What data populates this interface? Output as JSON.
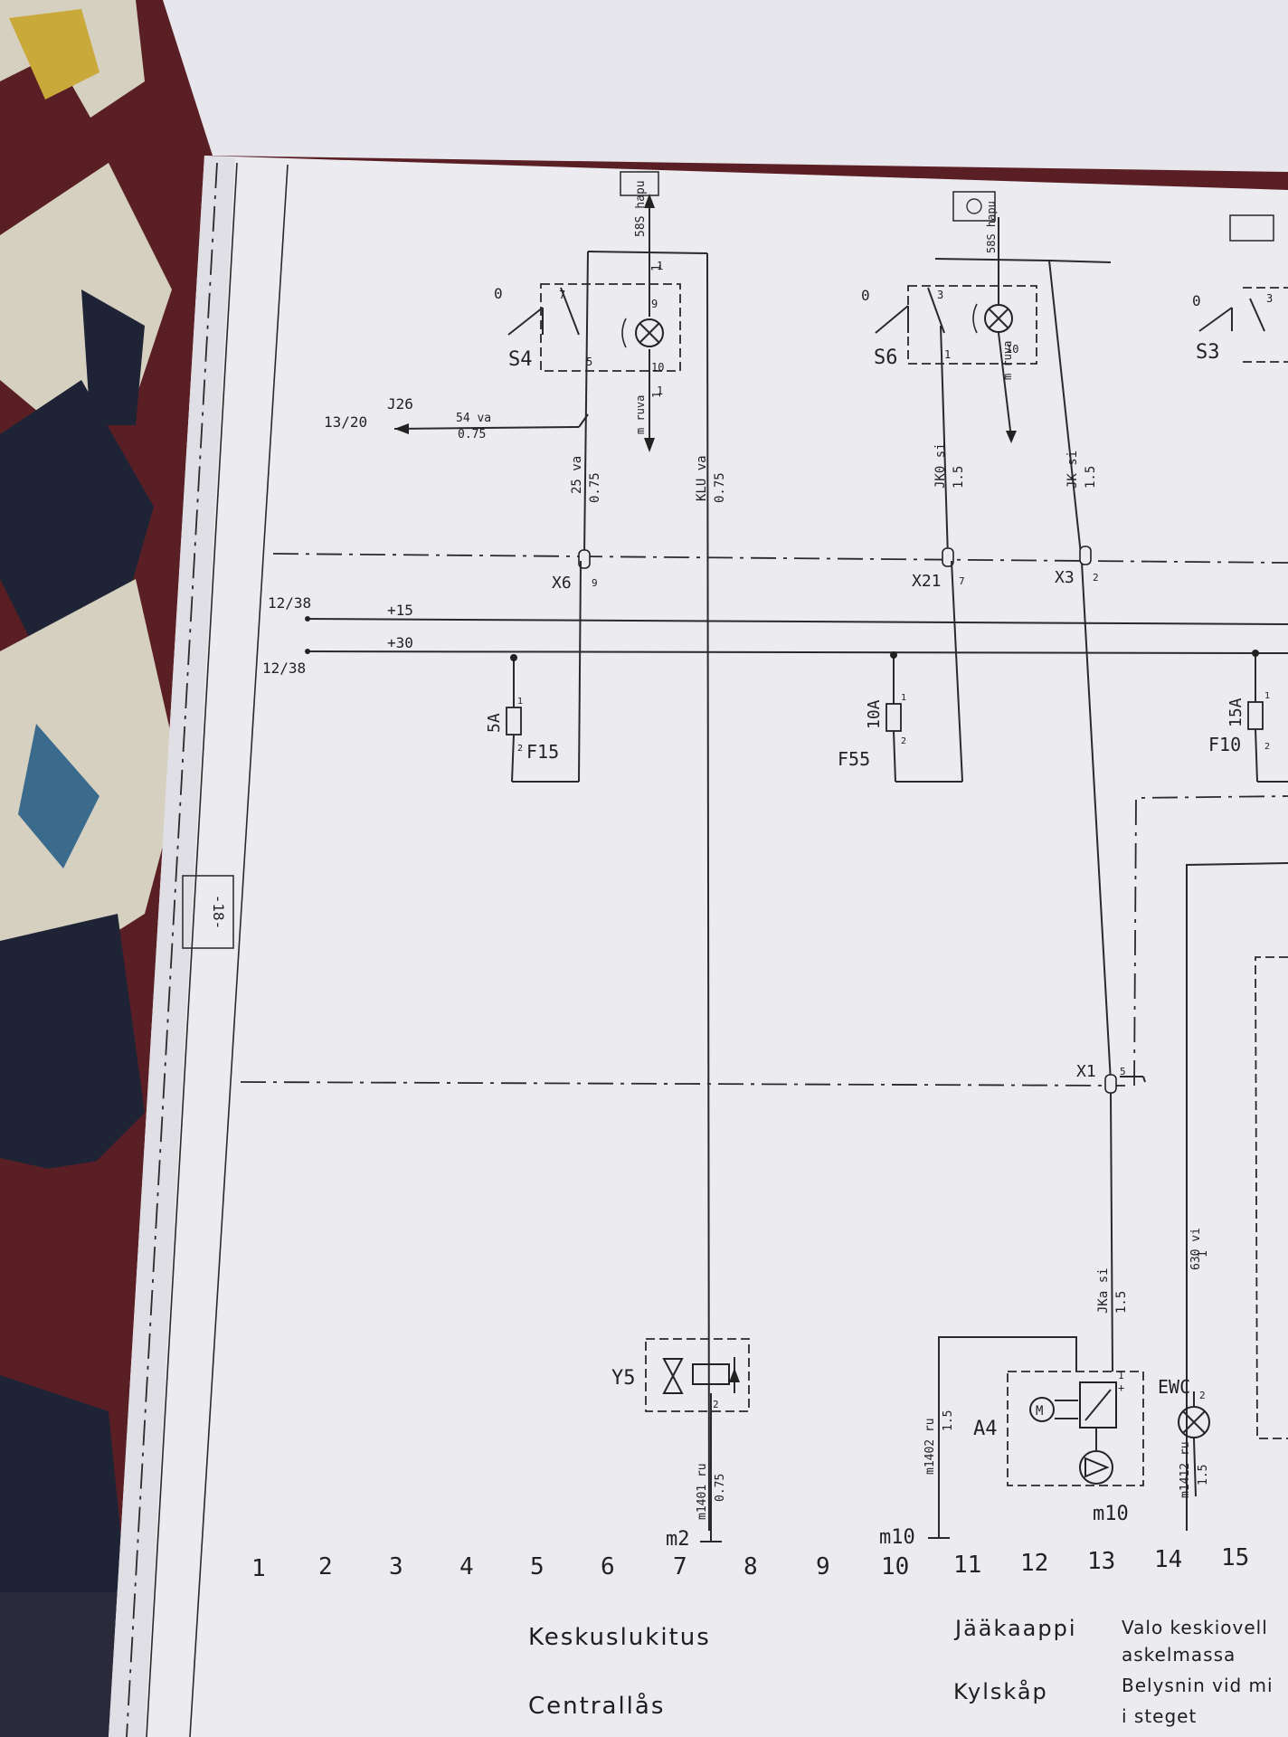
{
  "page": {
    "page_number": "-18-"
  },
  "switches": [
    {
      "id": "S4",
      "position": "0"
    },
    {
      "id": "S6",
      "position": "0"
    },
    {
      "id": "S3",
      "position": "0"
    }
  ],
  "terminals": {
    "s4_top": "7",
    "s4_right": "9",
    "s4_bottom": "5",
    "s4_rbottom": "10",
    "s6_top": "3",
    "s6_bottom": "1",
    "s6_rbottom": "10",
    "s3_top": "3",
    "lamp_hi": "1",
    "lamp_lo": "1"
  },
  "wires": [
    {
      "code": "58S hapu",
      "gauge": "1"
    },
    {
      "code": "m ruva",
      "gauge": "1"
    },
    {
      "code": "25 va",
      "gauge": "0.75"
    },
    {
      "code": "KLU va",
      "gauge": "0.75"
    },
    {
      "code": "54 va",
      "gauge": "0.75"
    },
    {
      "code": "58S hapu",
      "gauge": "1"
    },
    {
      "code": "m ruva",
      "gauge": "1"
    },
    {
      "code": "JK0 si",
      "gauge": "1.5"
    },
    {
      "code": "JK si",
      "gauge": "1.5"
    },
    {
      "code": "JKa si",
      "gauge": "1.5"
    },
    {
      "code": "630 vi",
      "gauge": "1"
    },
    {
      "code": "m1401 ru",
      "gauge": "0.75"
    },
    {
      "code": "m1402 ru",
      "gauge": "1.5"
    },
    {
      "code": "m1412 ru",
      "gauge": "1.5"
    }
  ],
  "references": {
    "j26_ref": "13/20",
    "j26": "J26",
    "plus15_ref": "12/38",
    "plus30_ref": "12/38",
    "plus15": "+15",
    "plus30": "+30"
  },
  "connectors": [
    {
      "id": "X6",
      "pin": "9"
    },
    {
      "id": "X21",
      "pin": "7"
    },
    {
      "id": "X3",
      "pin": "2"
    },
    {
      "id": "X1",
      "pin": "5"
    }
  ],
  "fuses": [
    {
      "id": "F15",
      "rating": "5A",
      "t1": "1",
      "t2": "2"
    },
    {
      "id": "F55",
      "rating": "10A",
      "t1": "1",
      "t2": "2"
    },
    {
      "id": "F10",
      "rating": "15A",
      "t1": "1",
      "t2": "2"
    }
  ],
  "components": {
    "y5": "Y5",
    "y5_pin": "2",
    "a4": "A4",
    "motor": "M",
    "a4_pin": "1",
    "a4_plus": "+",
    "ewc": "EWC",
    "ewc_pin": "2"
  },
  "grounds": [
    "m2",
    "m10",
    "m10"
  ],
  "columns": [
    "1",
    "2",
    "3",
    "4",
    "5",
    "6",
    "7",
    "8",
    "9",
    "10",
    "11",
    "12",
    "13",
    "14",
    "15"
  ],
  "captions": {
    "col7_fi": "Keskuslukitus",
    "col7_sv": "Centrallås",
    "col11_fi": "Jääkaappi",
    "col11_sv": "Kylskåp",
    "col14_fi_1": "Valo keskiovell",
    "col14_fi_2": "askelmassa",
    "col14_sv_1": "Belysnin vid mi",
    "col14_sv_2": "i steget"
  },
  "colors": {
    "paper": "#ecebf0",
    "ink": "#222222",
    "rug_red": "#5a1f25",
    "rug_navy": "#1e2436",
    "rug_cream": "#d6d0c0",
    "rug_yellow": "#c9a93a"
  }
}
